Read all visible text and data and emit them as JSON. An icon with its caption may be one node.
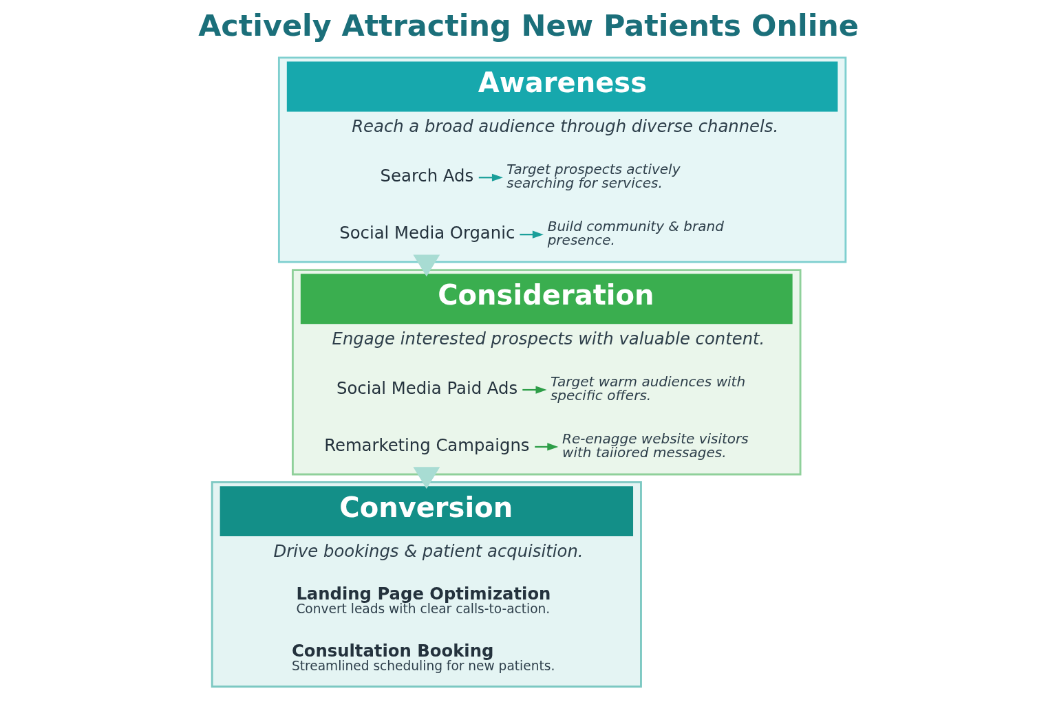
{
  "diagram": {
    "title": "Actively Attracting New Patients Online",
    "nodes": [
      {
        "text": [
          "Awareness",
          "Reach a broad audience through diverse channels."
        ]
      },
      {
        "text": [
          "Search Ads"
        ],
        "in": 0
      },
      {
        "text": [
          "Target prospects actively searching for services."
        ],
        "in": 0
      },
      {
        "text": [
          "Social Media Organic"
        ],
        "in": 0
      },
      {
        "text": [
          "Build community & brand presence."
        ],
        "in": 0
      },
      {
        "text": [
          "Consideration",
          "Engage interested prospects with valuable content."
        ]
      },
      {
        "text": [
          "Social Media Paid Ads"
        ],
        "in": 5
      },
      {
        "text": [
          "Target warm audiences with specific offers."
        ],
        "in": 5
      },
      {
        "text": [
          "Remarketing Campaigns"
        ],
        "in": 5
      },
      {
        "text": [
          "Re-enagge website visitors with taiiored messages."
        ],
        "in": 5
      },
      {
        "text": [
          "Conversion",
          "Drive bookings & patient acquisition."
        ]
      },
      {
        "text": [
          "Landing Page Optimization",
          "Convert leads with clear calls-to-action."
        ],
        "in": 10
      },
      {
        "text": [
          "Consultation Booking",
          "Streamlined scheduling for new patients."
        ],
        "in": 10
      }
    ],
    "edges": [
      {
        "from": 1,
        "to": 2,
        "arrow": "to"
      },
      {
        "from": 3,
        "to": 4,
        "arrow": "to"
      },
      {
        "from": 0,
        "to": 5,
        "arrow": "to",
        "style": "thick",
        "color": "#a8dcd3"
      },
      {
        "from": 6,
        "to": 7,
        "arrow": "to",
        "color": "#2e9e48"
      },
      {
        "from": 8,
        "to": 9,
        "arrow": "to",
        "color": "#2e9e48"
      },
      {
        "from": 5,
        "to": 10,
        "arrow": "to",
        "style": "thick",
        "color": "#a8dcd3"
      }
    ]
  }
}
